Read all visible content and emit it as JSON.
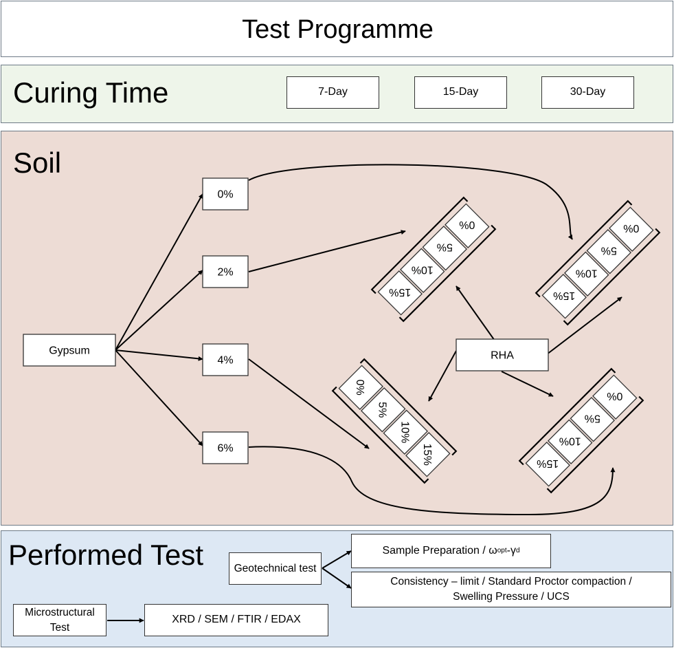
{
  "title": "Test Programme",
  "curing": {
    "heading": "Curing Time",
    "options": [
      "7-Day",
      "15-Day",
      "30-Day"
    ]
  },
  "soil": {
    "heading": "Soil",
    "source": "Gypsum",
    "gypsum_levels": [
      "0%",
      "2%",
      "4%",
      "6%"
    ],
    "additive": "RHA",
    "rha_levels": [
      "0%",
      "5%",
      "10%",
      "15%"
    ]
  },
  "performed": {
    "heading": "Performed Test",
    "geotechnical_label": "Geotechnical test",
    "microstructural_label": "Microstructural Test",
    "sample_prep": {
      "text": "Sample Preparation / ω",
      "sub1": "opt",
      "dash": "-γ",
      "sub2": "d"
    },
    "consistency": "Consistency – limit / Standard Proctor compaction / Swelling Pressure / UCS",
    "micro_methods": "XRD / SEM / FTIR / EDAX"
  }
}
